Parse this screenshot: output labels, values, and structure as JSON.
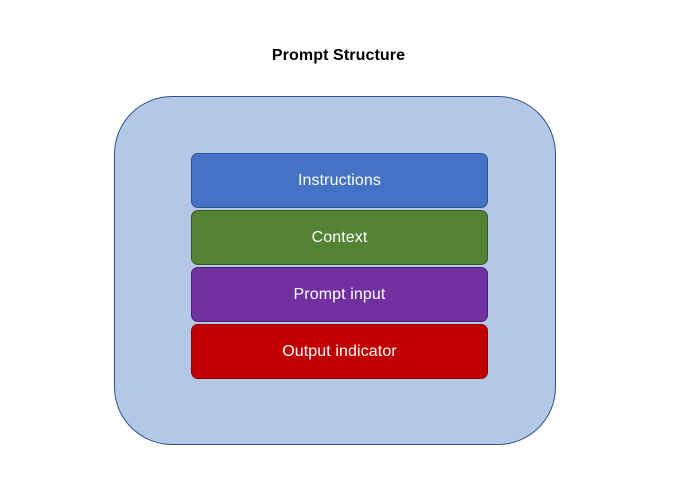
{
  "diagram": {
    "title": "Prompt Structure",
    "container_color": "#b4c7e7",
    "layers": [
      {
        "label": "Instructions",
        "color": "#4472c4"
      },
      {
        "label": "Context",
        "color": "#548235"
      },
      {
        "label": "Prompt input",
        "color": "#7030a0"
      },
      {
        "label": "Output indicator",
        "color": "#c00000"
      }
    ]
  }
}
